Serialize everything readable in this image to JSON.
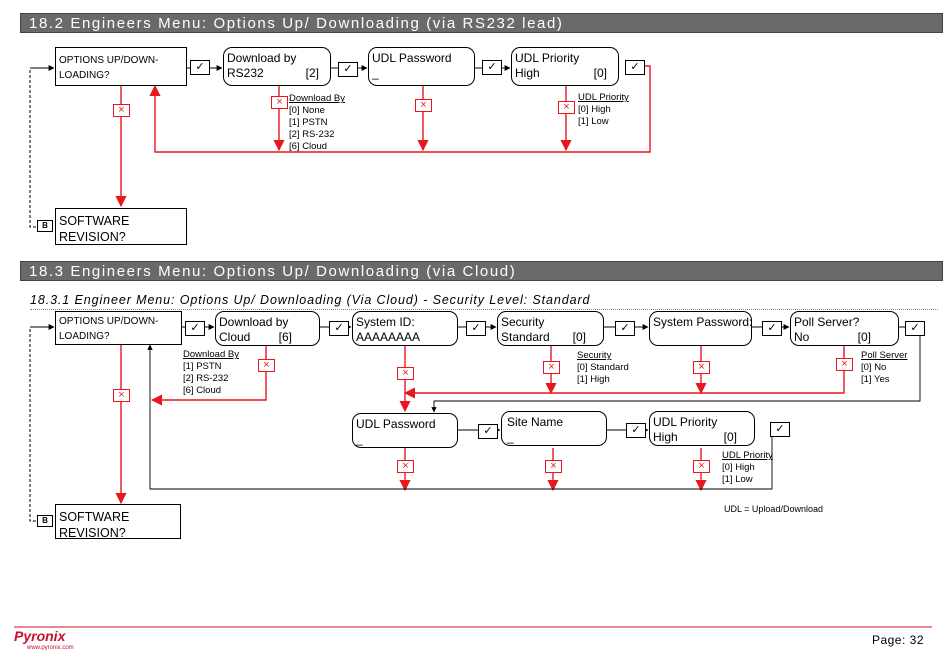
{
  "section1": {
    "title": "18.2 Engineers Menu: Options Up/ Downloading (via RS232 lead)",
    "box_options": [
      "OPTIONS UP/DOWN-",
      "LOADING?"
    ],
    "box_download": {
      "l1": "Download by",
      "l2": "RS232",
      "value": "[2]"
    },
    "box_udl_password": {
      "l1": "UDL Password",
      "l2": "_"
    },
    "box_udl_priority": {
      "l1": "UDL Priority",
      "l2": "High",
      "value": "[0]"
    },
    "box_software": [
      "SOFTWARE",
      "REVISION?"
    ],
    "download_options": {
      "title": "Download By",
      "items": [
        "[0] None",
        "[1] PSTN",
        "[2] RS-232",
        "[6] Cloud"
      ]
    },
    "priority_options": {
      "title": "UDL Priority",
      "items": [
        "[0] High",
        "[1] Low"
      ]
    }
  },
  "section2": {
    "title": "18.3 Engineers Menu: Options Up/ Downloading (via Cloud)",
    "subtitle": "18.3.1 Engineer Menu: Options Up/ Downloading (Via Cloud) - Security Level: Standard",
    "box_options": [
      "OPTIONS UP/DOWN-",
      "LOADING?"
    ],
    "box_download": {
      "l1": "Download by",
      "l2": "Cloud",
      "value": "[6]"
    },
    "box_system_id": {
      "l1": "System ID:",
      "l2": "AAAAAAAA"
    },
    "box_security": {
      "l1": "Security",
      "l2": "Standard",
      "value": "[0]"
    },
    "box_system_password": {
      "l1": "System Password:",
      "l2": ""
    },
    "box_poll": {
      "l1": "Poll Server?",
      "l2": "No",
      "value": "[0]"
    },
    "box_udl_password": {
      "l1": "UDL Password",
      "l2": "_"
    },
    "box_site_name": {
      "l1": "Site Name",
      "l2": "_"
    },
    "box_udl_priority": {
      "l1": "UDL Priority",
      "l2": "High",
      "value": "[0]"
    },
    "box_software": [
      "SOFTWARE",
      "REVISION?"
    ],
    "download_options": {
      "title": "Download By",
      "items": [
        "[1] PSTN",
        "[2] RS-232",
        "[6] Cloud"
      ]
    },
    "security_options": {
      "title": "Security",
      "items": [
        "[0] Standard",
        "[1] High"
      ]
    },
    "poll_options": {
      "title": "Poll Server",
      "items": [
        "[0] No",
        "[1] Yes"
      ]
    },
    "priority_options": {
      "title": "UDL Priority",
      "items": [
        "[0] High",
        "[1] Low"
      ]
    },
    "udl_note": "UDL = Upload/Download"
  },
  "symbols": {
    "tick": "✓",
    "cross": "×",
    "back": "B"
  },
  "colors": {
    "header_bg": "#6a6a6a",
    "flow_red": "#e8171f",
    "footer_rule": "#c8102e"
  },
  "footer": {
    "brand": "Pyronix",
    "url": "www.pyronix.com",
    "page": "Page: 32"
  }
}
